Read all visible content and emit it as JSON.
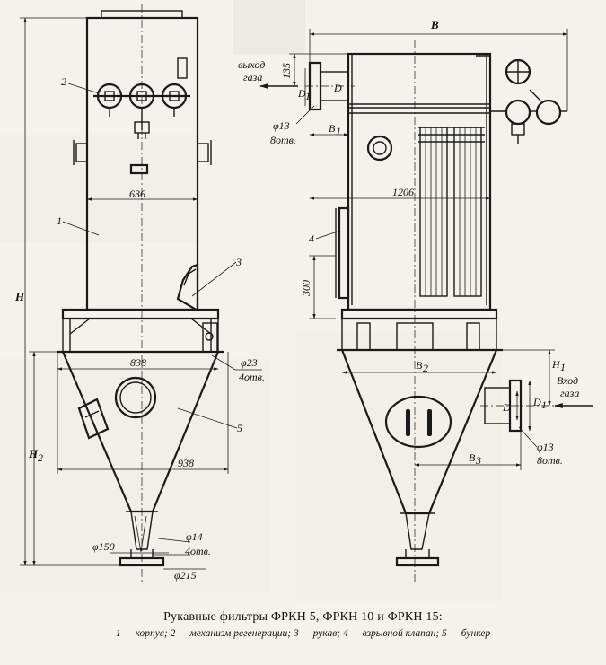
{
  "labels": {
    "dim_636": "636",
    "dim_838": "838",
    "dim_938": "938",
    "dim_1206": "1206",
    "dim_135": "135",
    "dim_300": "300",
    "dim_H": "H",
    "dim_H1": "H",
    "dim_H1_sub": "1",
    "dim_H2": "H",
    "dim_H2_sub": "2",
    "dim_B": "B",
    "dim_B1": "B",
    "dim_B1_sub": "1",
    "dim_B2": "B",
    "dim_B2_sub": "2",
    "dim_B3": "B",
    "dim_B3_sub": "3",
    "dim_D": "D",
    "dim_D_right": "D",
    "dim_D1": "D",
    "dim_D1_sub": "1",
    "dim_D1_right": "D",
    "dim_D1_right_sub": "1",
    "dim_phi23": "φ23",
    "dim_4otv": "4отв.",
    "dim_phi13_top": "φ13",
    "dim_8otv_top": "8отв.",
    "dim_phi13_bottom": "φ13",
    "dim_8otv_bottom": "8отв.",
    "dim_phi14": "φ14",
    "dim_4otv_bottom": "4отв.",
    "dim_phi150": "φ150",
    "dim_phi215": "φ215",
    "gas_outlet_line1": "выход",
    "gas_outlet_line2": "газа",
    "gas_inlet_line1": "Вход",
    "gas_inlet_line2": "газа",
    "callout_1": "1",
    "callout_2": "2",
    "callout_3": "3",
    "callout_4": "4",
    "callout_5": "5"
  },
  "caption": {
    "title": "Рукавные фильтры ФРКН 5, ФРКН 10 и ФРКН 15:",
    "legend": "1 — корпус; 2 — механизм регенерации; 3 — рукав; 4 — взрывной клапан; 5 — бункер"
  },
  "colors": {
    "paper": "#f4f2ec",
    "ink": "#1a1a1a",
    "bleed_text": "#8c8a86"
  }
}
